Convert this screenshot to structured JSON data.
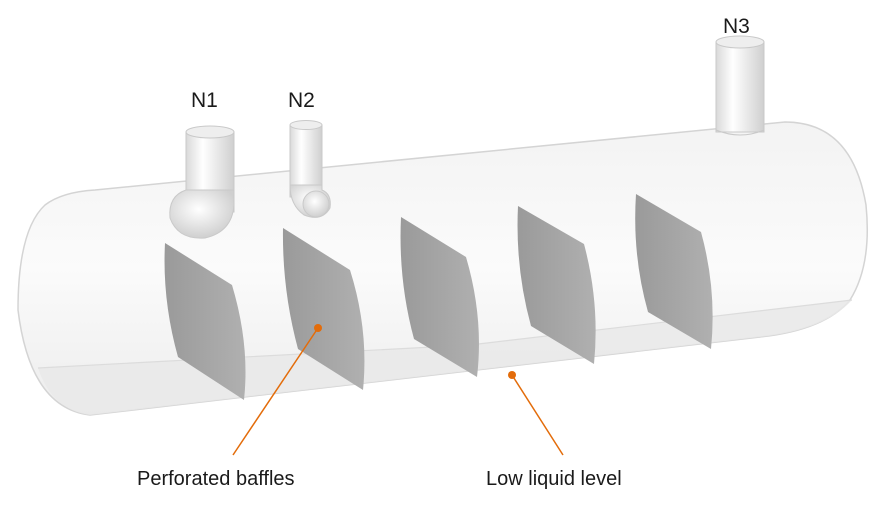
{
  "nozzles": [
    {
      "id": "n1",
      "label": "N1"
    },
    {
      "id": "n2",
      "label": "N2"
    },
    {
      "id": "n3",
      "label": "N3"
    }
  ],
  "callouts": [
    {
      "id": "baffles",
      "label": "Perforated baffles"
    },
    {
      "id": "liquid",
      "label": "Low liquid level"
    }
  ],
  "baffle_count": 5,
  "colors": {
    "vessel_fill": "#f4f4f4",
    "vessel_edge": "#d2d2d2",
    "baffle": "#a6a6a6",
    "callout": "#e36c0a",
    "liquid_shade": "#e9e9e9"
  }
}
